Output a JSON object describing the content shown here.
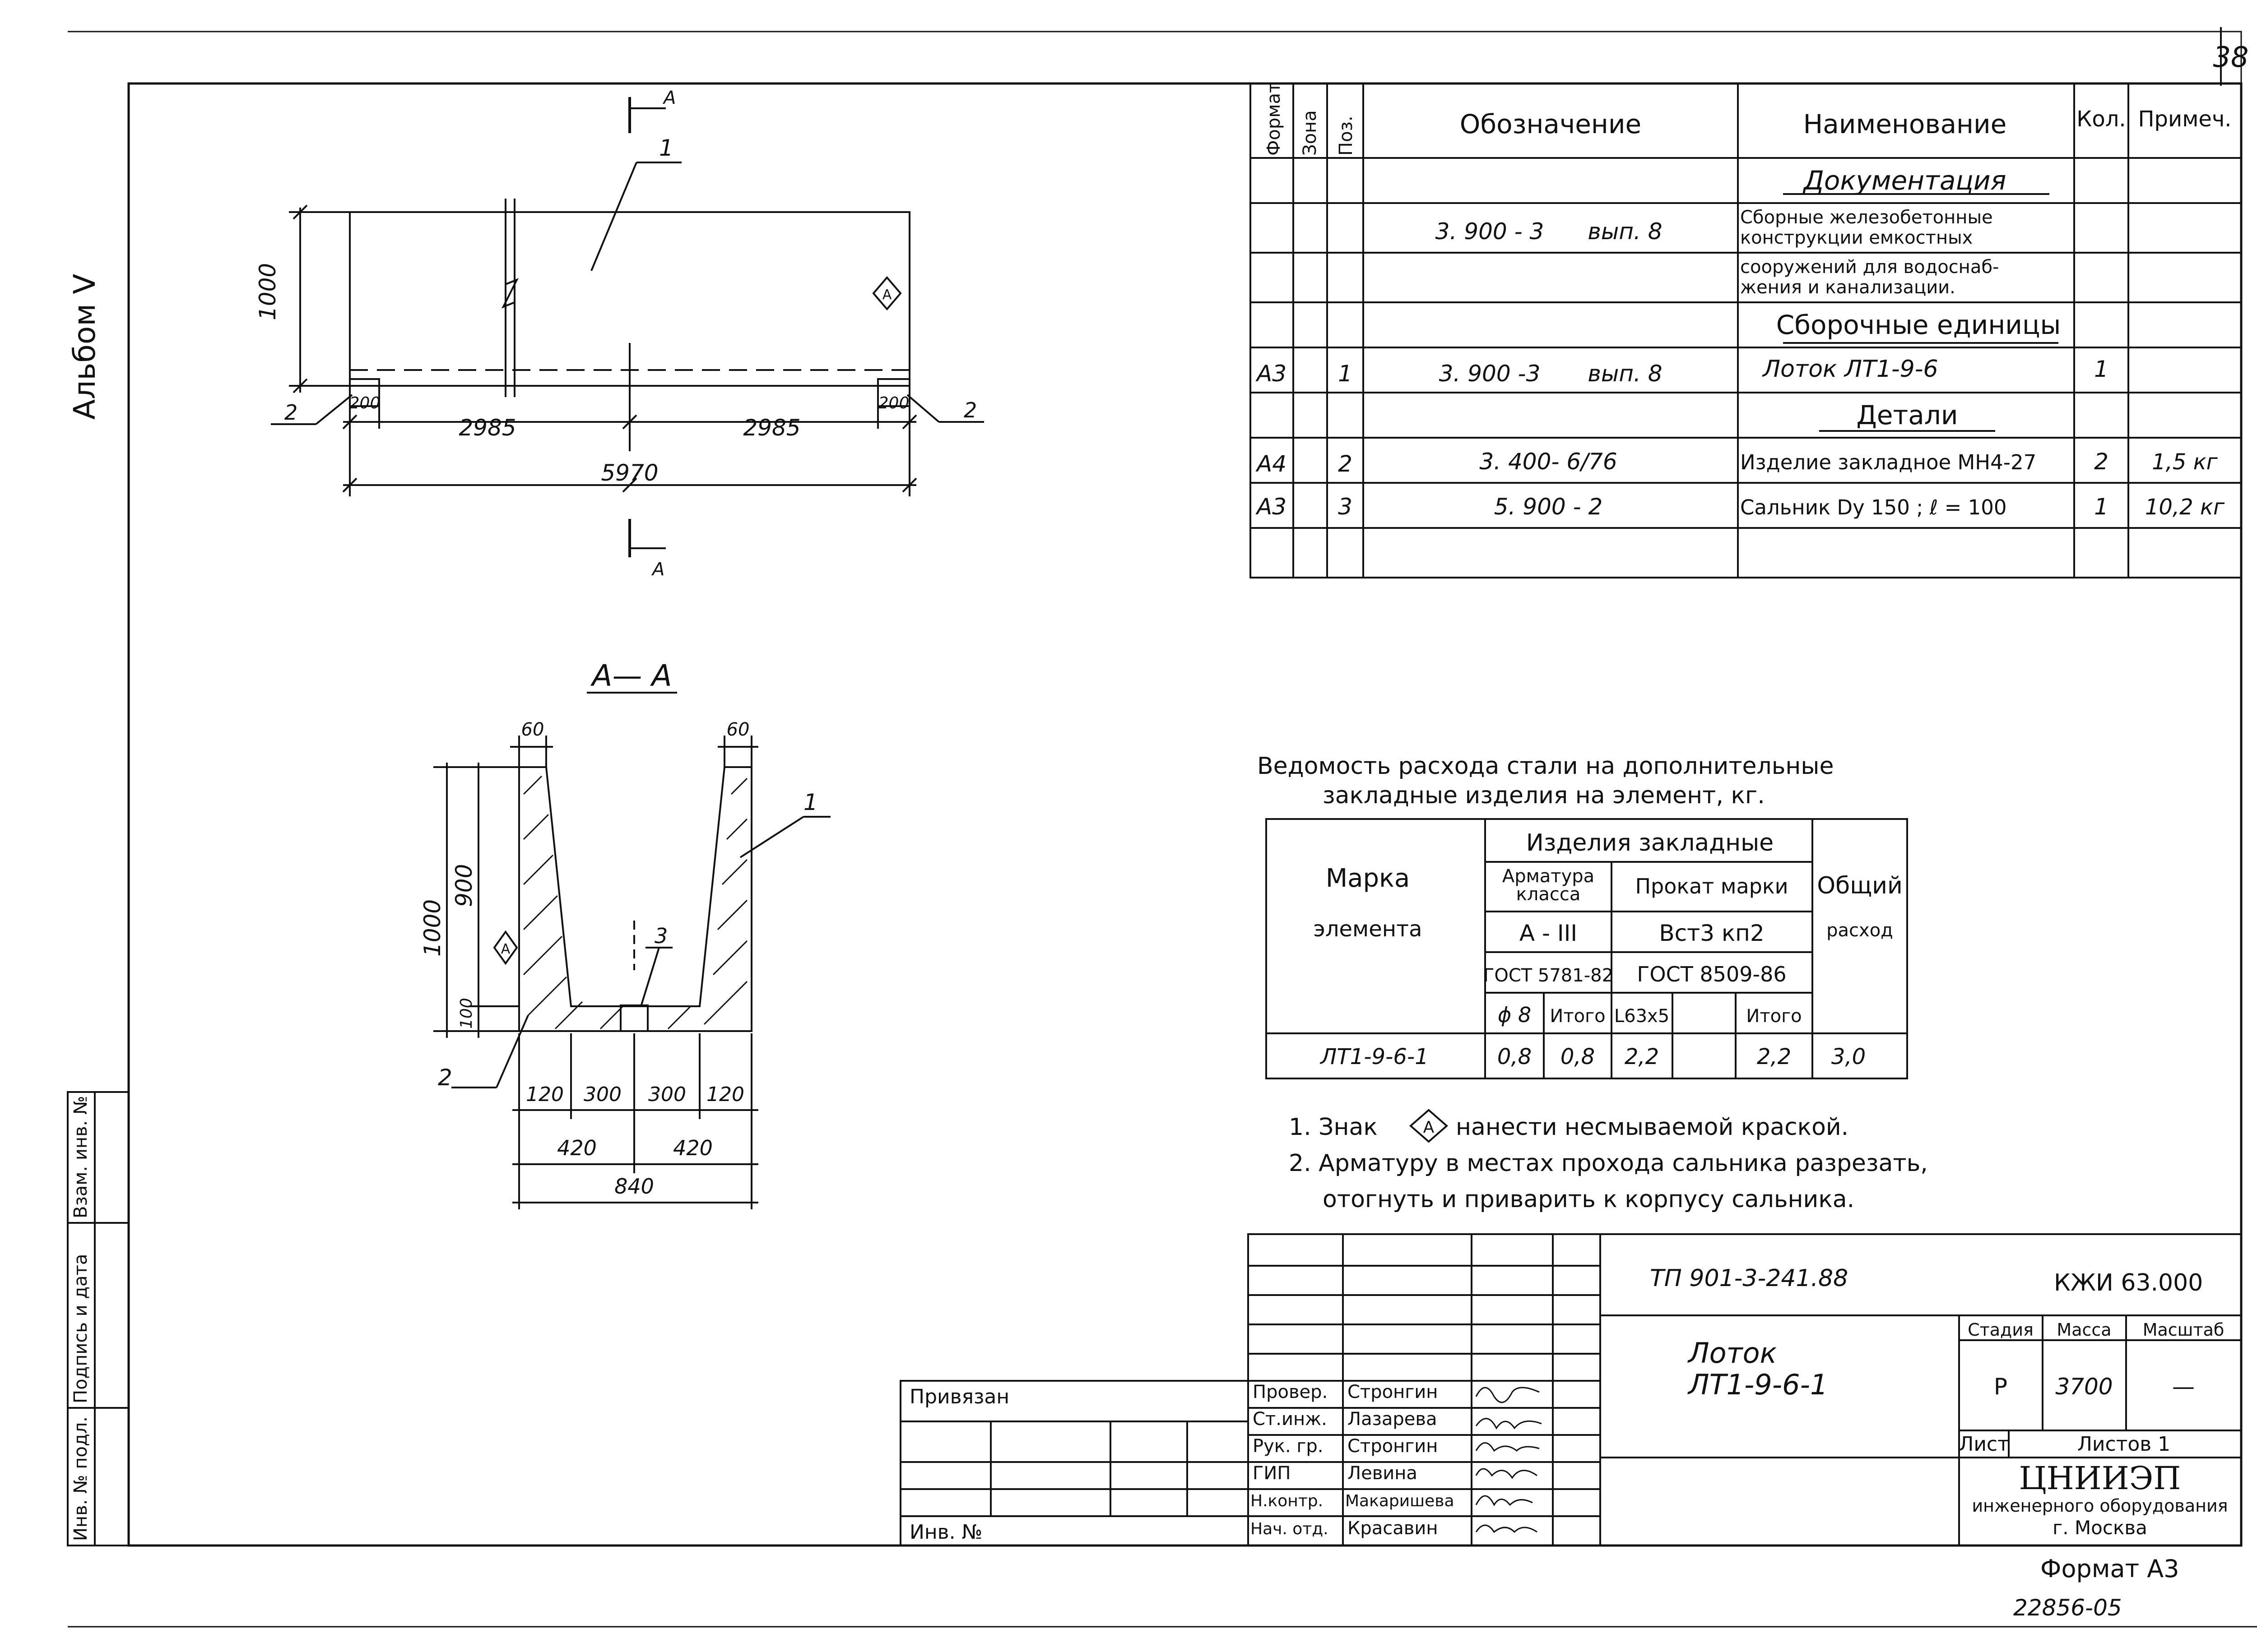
{
  "sheet": {
    "number": "38",
    "album": "Альбом V",
    "format": "Формат А3",
    "inventory_stamp": "22856-05"
  },
  "plan_view": {
    "section_mark": "А",
    "pos_label": "1",
    "height": "1000",
    "left_half": "2985",
    "right_half": "2985",
    "total_length": "5970",
    "support_left": "200",
    "support_right": "200",
    "pos2_left": "2",
    "pos2_right": "2",
    "mark_symbol": "А"
  },
  "section_view": {
    "title": "А— А",
    "top_left": "60",
    "top_right": "60",
    "height_total": "1000",
    "height_wall": "900",
    "height_bottom": "100",
    "pos1": "1",
    "pos2": "2",
    "pos3": "3",
    "mark_symbol": "А",
    "bottom_dims": [
      "120",
      "300",
      "300",
      "120"
    ],
    "half_dims": [
      "420",
      "420"
    ],
    "width_total": "840"
  },
  "spec_table": {
    "headers": {
      "format": "Формат",
      "zone": "Зона",
      "pos": "Поз.",
      "designation": "Обозначение",
      "name": "Наименование",
      "qty": "Кол.",
      "note": "Примеч."
    },
    "section_documentation": "Документация",
    "doc_designation_a": "3. 900 - 3",
    "doc_designation_b": "вып. 8",
    "doc_name_lines": [
      "Сборные железобетонные",
      "конструкции емкостных",
      "сооружений для водоснаб-",
      "жения и канализации."
    ],
    "section_assemblies": "Сборочные единицы",
    "section_details": "Детали",
    "rows": [
      {
        "format": "А3",
        "pos": "1",
        "designation_a": "3. 900 -3",
        "designation_b": "вып. 8",
        "name": "Лоток  ЛТ1-9-6",
        "qty": "1",
        "note": ""
      },
      {
        "format": "А4",
        "pos": "2",
        "designation_a": "3. 400- 6/76",
        "designation_b": "",
        "name": "Изделие закладное МН4-27",
        "qty": "2",
        "note": "1,5 кг"
      },
      {
        "format": "А3",
        "pos": "3",
        "designation_a": "5. 900 - 2",
        "designation_b": "",
        "name": "Сальник Dу 150 ;  ℓ = 100",
        "qty": "1",
        "note": "10,2 кг"
      }
    ]
  },
  "steel_table": {
    "title_line1": "Ведомость расхода стали на дополнительные",
    "title_line2": "закладные изделия на элемент, кг.",
    "mark_header_1": "Марка",
    "mark_header_2": "элемента",
    "items_header": "Изделия закладные",
    "rebar_header_1": "Арматура",
    "rebar_header_2": "класса",
    "rolled_header": "Прокат марки",
    "total_header_1": "Общий",
    "total_header_2": "расход",
    "rebar_class": "А - III",
    "rolled_grade": "Вст3 кп2",
    "rebar_gost": "ГОСТ 5781-82",
    "rolled_gost": "ГОСТ 8509-86",
    "phi": "ϕ 8",
    "total_a": "Итого",
    "angle": "L63x5",
    "total_b": "Итого",
    "row_mark": "ЛТ1-9-6-1",
    "row_phi": "0,8",
    "row_total_a": "0,8",
    "row_angle": "2,2",
    "row_total_b": "2,2",
    "row_total": "3,0"
  },
  "notes": {
    "n1_a": "1. Знак",
    "n1_sym": "А",
    "n1_b": "нанести несмываемой краской.",
    "n2_1": "2. Арматуру в местах прохода сальника разрезать,",
    "n2_2": "отогнуть и приварить к корпусу сальника."
  },
  "side_stamp": {
    "inv_no": "Инв. № подл.",
    "sign_date": "Подпись и дата",
    "repl_inv": "Взам. инв. №"
  },
  "title_block": {
    "project_code": "ТП 901-3-241.88",
    "drawing_code": "КЖИ 63.000",
    "title_1": "Лоток",
    "title_2": "ЛТ1-9-6-1",
    "stage_h": "Стадия",
    "mass_h": "Масса",
    "scale_h": "Масштаб",
    "stage": "Р",
    "mass": "3700",
    "scale": "—",
    "sheet_h": "Лист",
    "sheets_h": "Листов 1",
    "org_1": "ЦНИИЭП",
    "org_2": "инженерного оборудования",
    "org_3": "г. Москва",
    "bound": "Привязан",
    "inv_no": "Инв. №",
    "roles": [
      {
        "role": "Провер.",
        "name": "Стронгин"
      },
      {
        "role": "Ст.инж.",
        "name": "Лазарева"
      },
      {
        "role": "Рук. гр.",
        "name": "Стронгин"
      },
      {
        "role": "ГИП",
        "name": "Левина"
      },
      {
        "role": "Н.контр.",
        "name": "Макаришева"
      },
      {
        "role": "Нач. отд.",
        "name": "Красавин"
      }
    ]
  }
}
